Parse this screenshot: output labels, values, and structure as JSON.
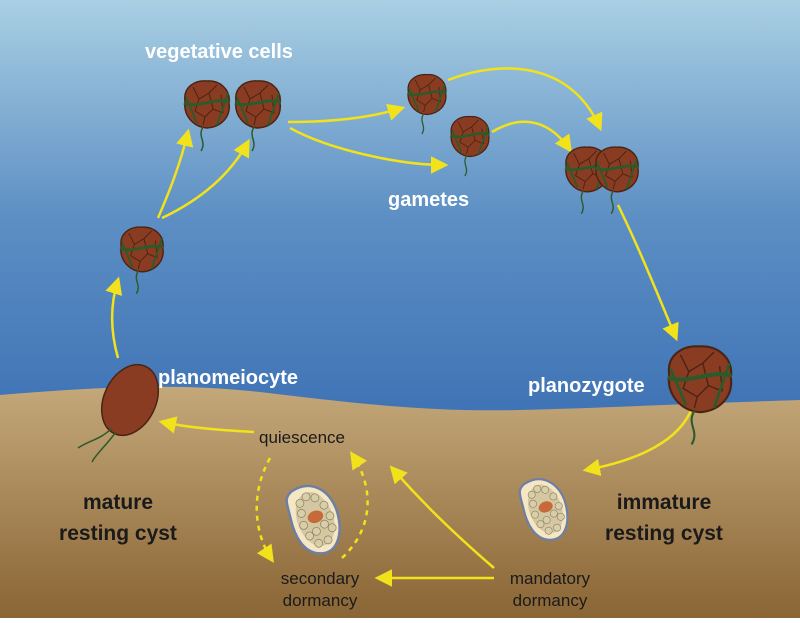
{
  "labels": {
    "vegetative_cells": "vegetative cells",
    "gametes": "gametes",
    "planomeiocyte": "planomeiocyte",
    "planozygote": "planozygote",
    "quiescence": "quiescence",
    "mature_resting_cyst_1": "mature",
    "mature_resting_cyst_2": "resting cyst",
    "immature_resting_cyst_1": "immature",
    "immature_resting_cyst_2": "resting cyst",
    "secondary_dormancy_1": "secondary",
    "secondary_dormancy_2": "dormancy",
    "mandatory_dormancy_1": "mandatory",
    "mandatory_dormancy_2": "dormancy"
  },
  "colors": {
    "water_top": "#a9cfe3",
    "water_bottom": "#1f56a6",
    "sediment_top": "#c4a87a",
    "sediment_bottom": "#8a6535",
    "arrow": "#f2e21b",
    "cell_fill": "#8a3c22",
    "cell_stroke": "#4a2412",
    "girdle": "#2d5a2a"
  }
}
